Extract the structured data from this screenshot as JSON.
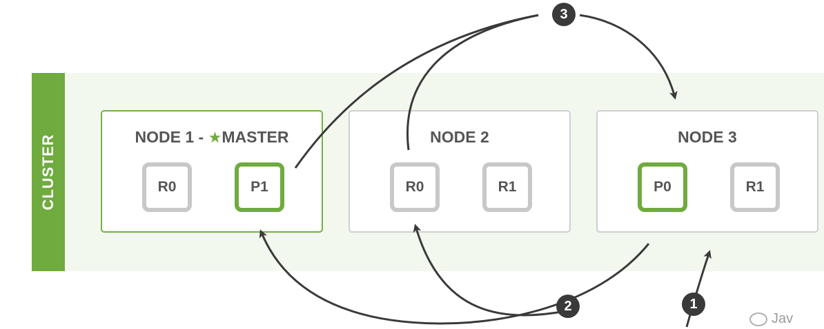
{
  "cluster": {
    "label": "CLUSTER",
    "color": "#6fab3f"
  },
  "nodes": [
    {
      "title": "NODE 1 - ",
      "master_label": "MASTER",
      "master_icon": "star-icon",
      "shards": [
        {
          "label": "R0",
          "role": "replica"
        },
        {
          "label": "P1",
          "role": "primary"
        }
      ]
    },
    {
      "title": "NODE 2",
      "shards": [
        {
          "label": "R0",
          "role": "replica"
        },
        {
          "label": "R1",
          "role": "replica"
        }
      ]
    },
    {
      "title": "NODE 3",
      "shards": [
        {
          "label": "P0",
          "role": "primary"
        },
        {
          "label": "R1",
          "role": "replica"
        }
      ]
    }
  ],
  "steps": [
    "1",
    "2",
    "3"
  ],
  "colors": {
    "primary_border": "#6fab3f",
    "replica_border": "#c8c8c8",
    "arrow": "#3a3a3a"
  },
  "watermark": "Jav"
}
